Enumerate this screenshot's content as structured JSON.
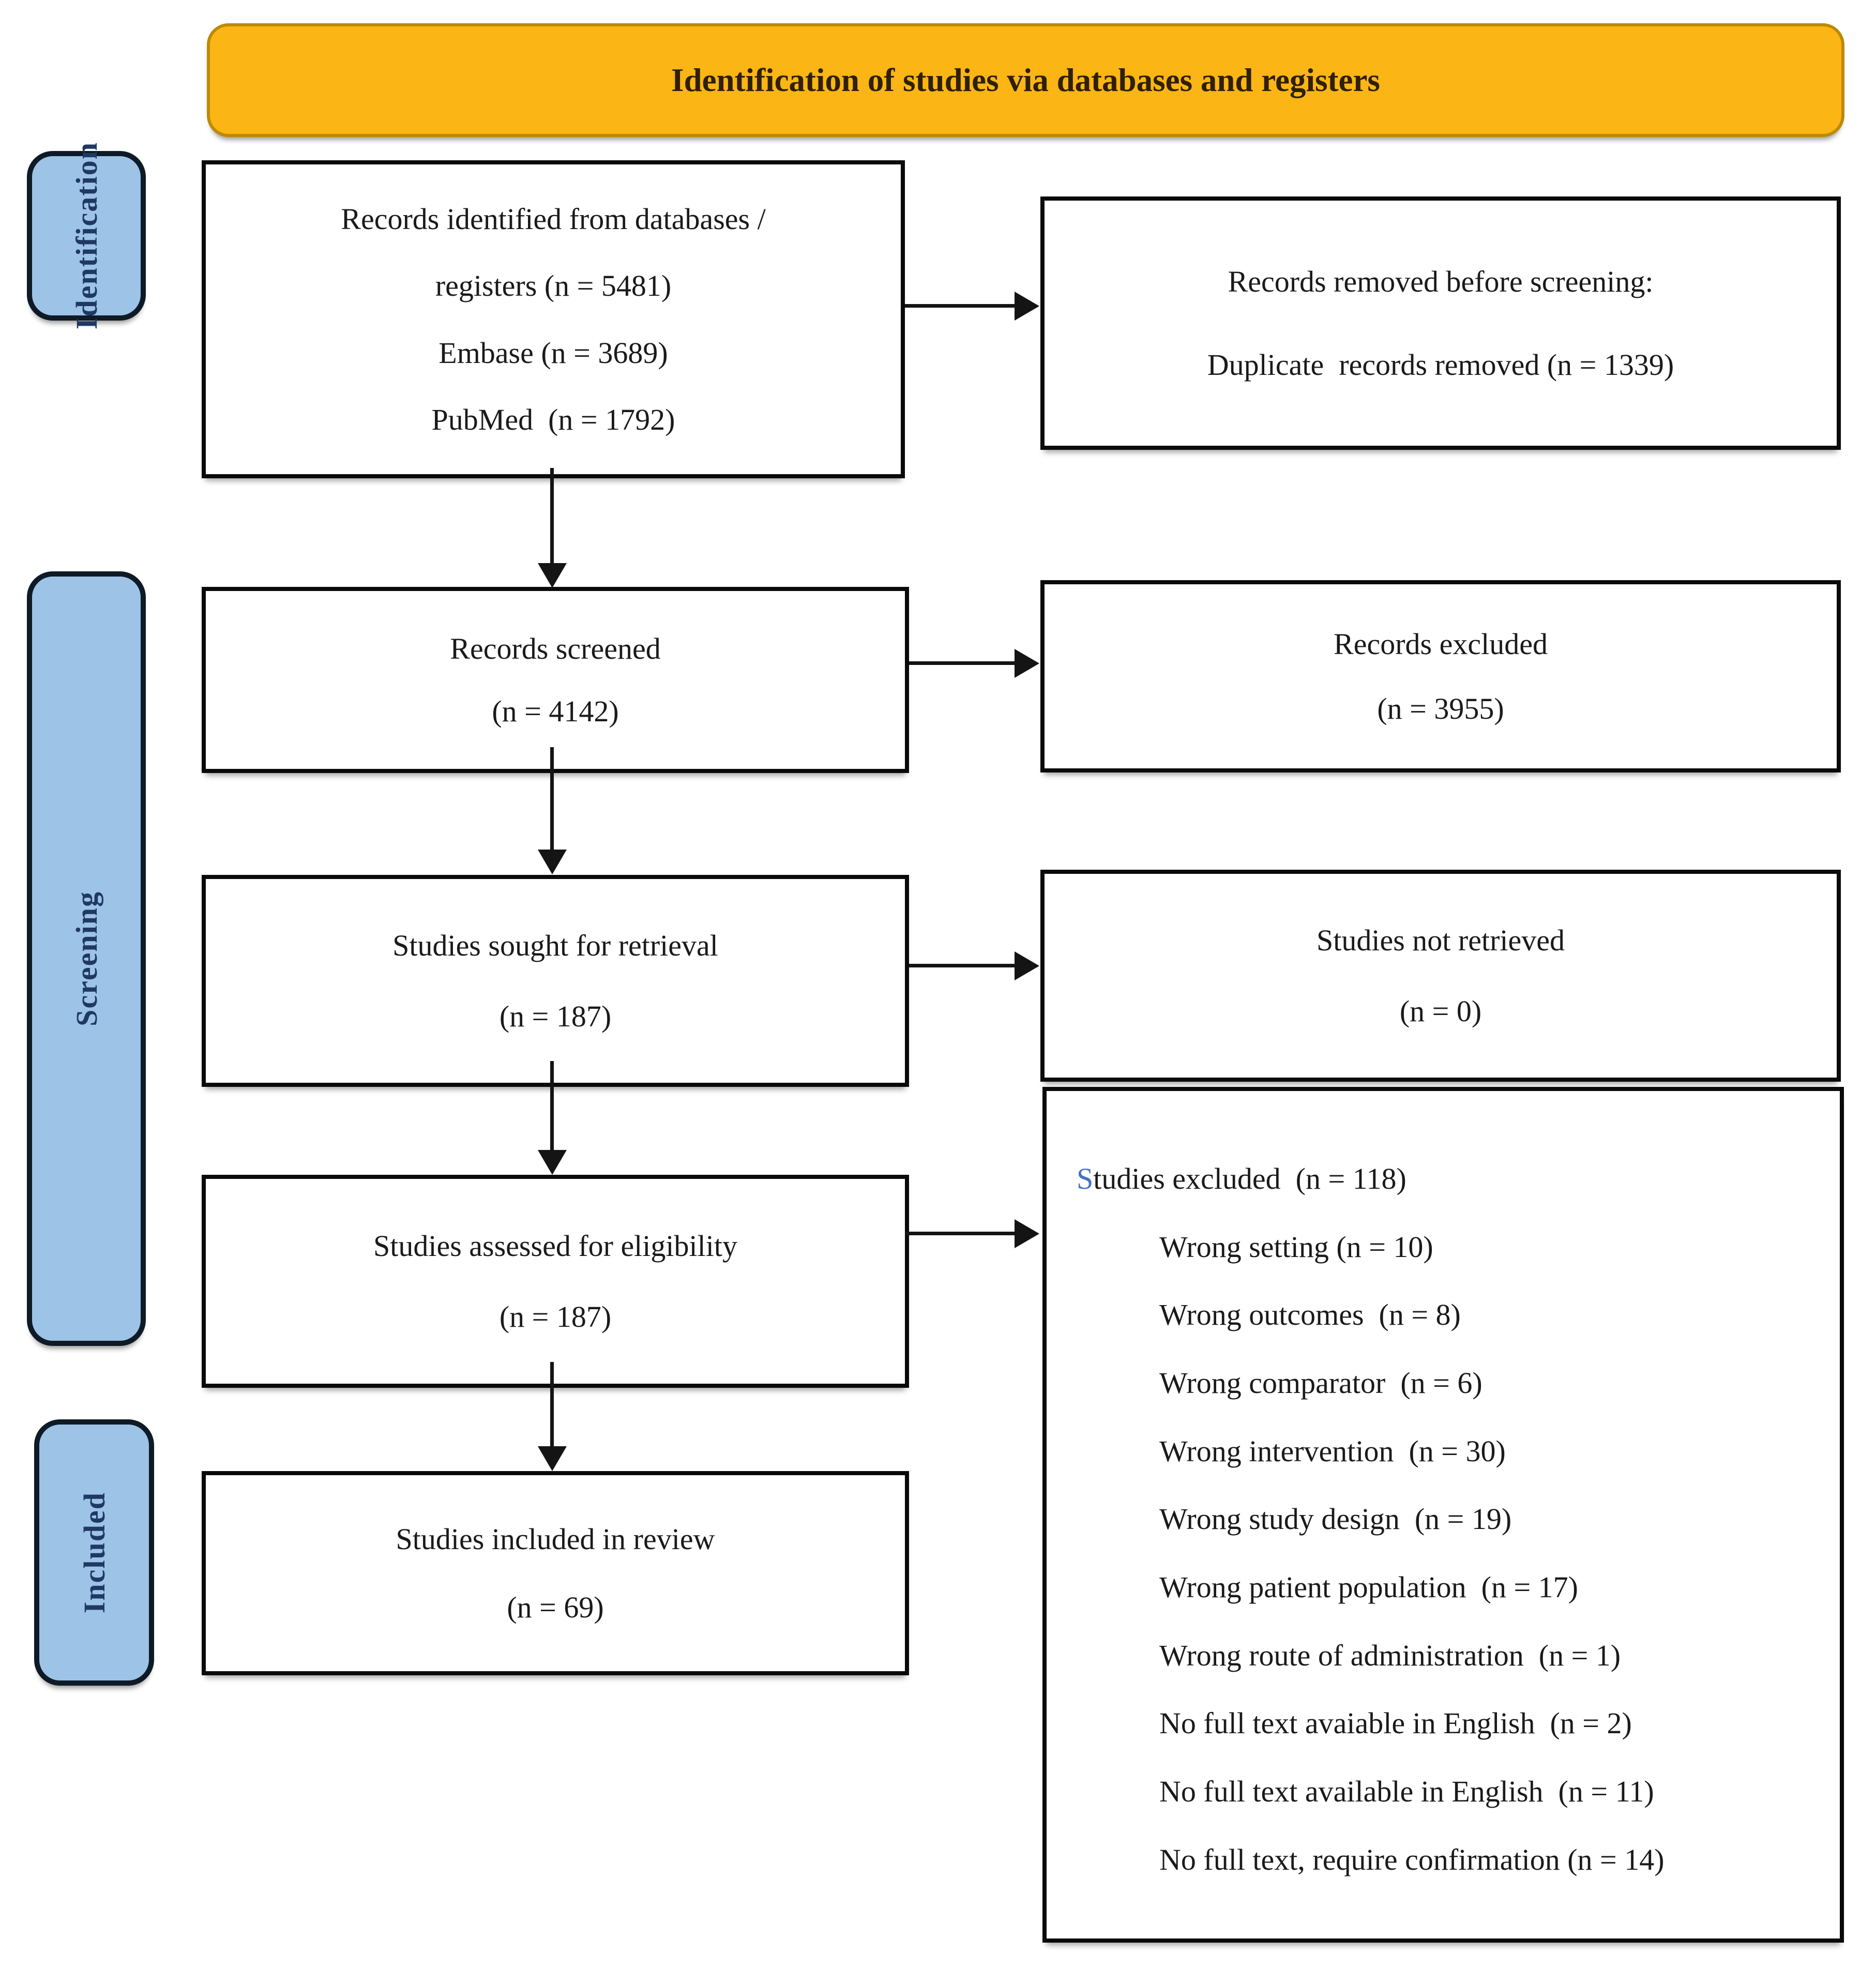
{
  "banner": {
    "title": "Identification of studies via databases and registers"
  },
  "sidebar": {
    "items": [
      {
        "label": "Identification"
      },
      {
        "label": "Screening"
      },
      {
        "label": "Included"
      }
    ]
  },
  "boxes": {
    "records_identified": {
      "lines": [
        "Records identified from databases /",
        "registers (n = 5481)",
        "Embase (n = 3689)",
        "PubMed  (n = 1792)"
      ]
    },
    "records_removed": {
      "lines": [
        "Records removed before screening:",
        "Duplicate  records removed (n = 1339)"
      ]
    },
    "records_screened": {
      "lines": [
        "Records screened",
        "(n = 4142)"
      ]
    },
    "records_excluded": {
      "lines": [
        "Records excluded",
        "(n = 3955)"
      ]
    },
    "sought_retrieval": {
      "lines": [
        "Studies sought for retrieval",
        "(n = 187)"
      ]
    },
    "not_retrieved": {
      "lines": [
        "Studies not retrieved",
        "(n = 0)"
      ]
    },
    "assessed_eligibility": {
      "lines": [
        "Studies assessed for eligibility",
        "(n = 187)"
      ]
    },
    "studies_excluded": {
      "title": "Studies excluded  (n = 118)",
      "reasons": [
        "Wrong setting (n = 10)",
        "Wrong outcomes  (n = 8)",
        "Wrong comparator  (n = 6)",
        "Wrong intervention  (n = 30)",
        "Wrong study design  (n = 19)",
        "Wrong patient population  (n = 17)",
        "Wrong route of administration  (n = 1)",
        "No full text avaiable in English  (n = 2)",
        "No full text available in English  (n = 11)",
        "No full text, require confirmation (n = 14)"
      ]
    },
    "included_review": {
      "lines": [
        "Studies included in review",
        "(n = 69)"
      ]
    }
  },
  "colors": {
    "banner_fill": "#FBB514",
    "banner_border": "#BD8A06",
    "banner_text": "#2E2000",
    "pill_fill": "#9DC3E6",
    "pill_border": "#0E1A26",
    "pill_text": "#1F3864",
    "box_border": "#0A0A0A",
    "box_text": "#1A1A1A",
    "excluded_first_letter": "#4472C4",
    "arrow": "#141414"
  }
}
